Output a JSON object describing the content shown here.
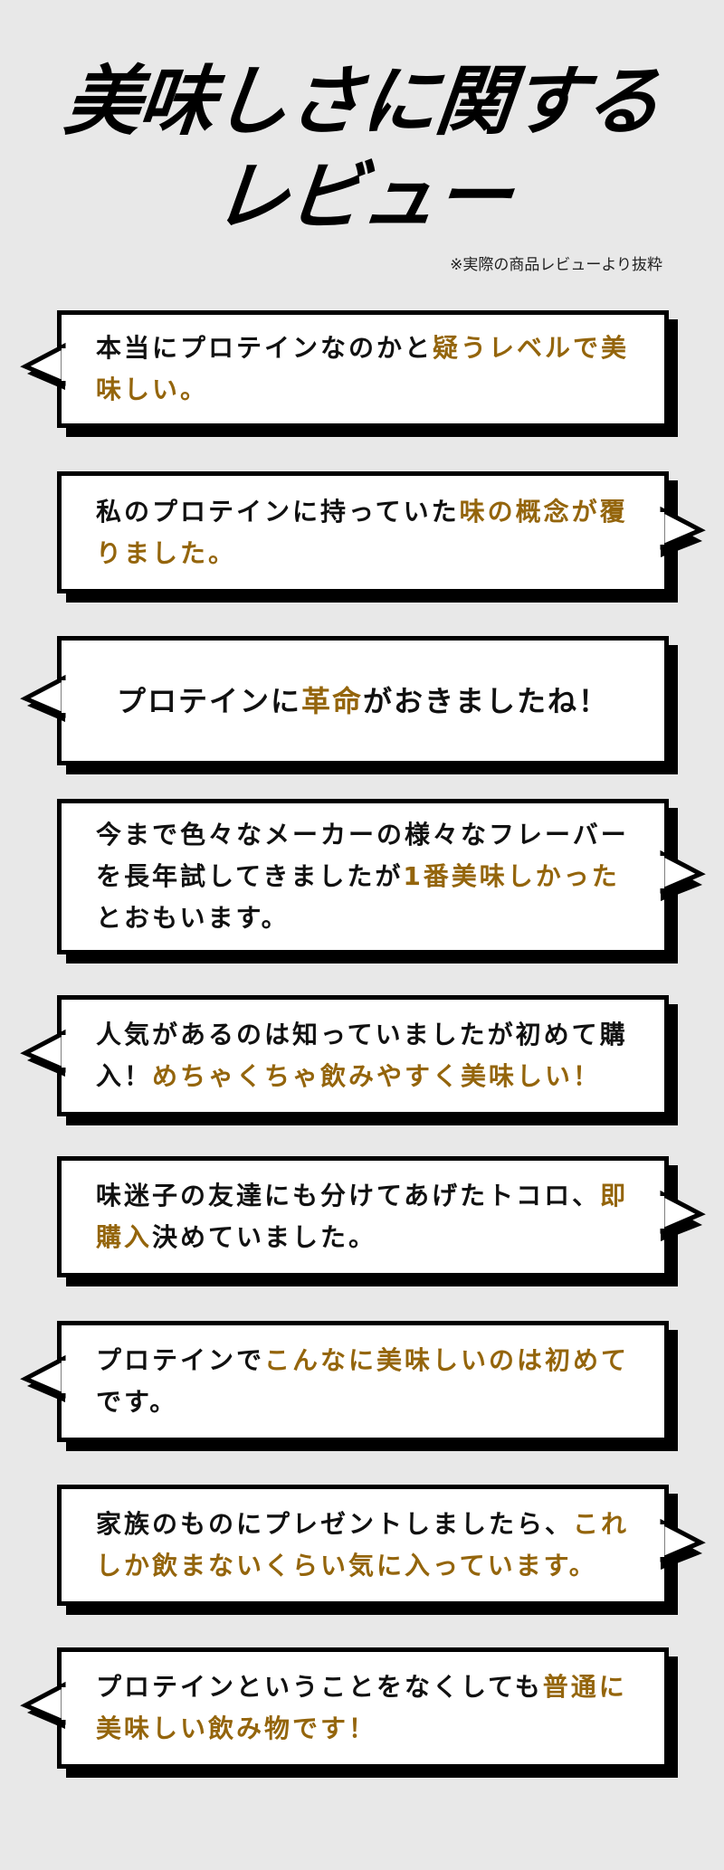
{
  "header": {
    "title_line1": "美味しさに関する",
    "title_line2": "レビュー",
    "note": "※実際の商品レビューより抜粋"
  },
  "colors": {
    "highlight": "#94650c",
    "background": "#e8e8e8"
  },
  "reviews": [
    {
      "tail": "left",
      "segments": [
        {
          "text": "本当にプロテインなのかと",
          "hl": false
        },
        {
          "text": "疑うレベルで美味しい。",
          "hl": true
        }
      ]
    },
    {
      "tail": "right",
      "segments": [
        {
          "text": "私のプロテインに持っていた",
          "hl": false
        },
        {
          "text": "味の概念が覆りました。",
          "hl": true
        }
      ]
    },
    {
      "tail": "left",
      "segments": [
        {
          "text": "プロテインに",
          "hl": false
        },
        {
          "text": "革命",
          "hl": true
        },
        {
          "text": "がおきましたね！",
          "hl": false
        }
      ]
    },
    {
      "tail": "right",
      "segments": [
        {
          "text": "今まで色々なメーカーの様々なフレーバーを長年試してきましたが",
          "hl": false
        },
        {
          "text": "1番美味しかった",
          "hl": true
        },
        {
          "text": "とおもいます。",
          "hl": false
        }
      ]
    },
    {
      "tail": "left",
      "segments": [
        {
          "text": "人気があるのは知っていましたが初めて購入！",
          "hl": false
        },
        {
          "text": "めちゃくちゃ飲みやすく美味しい！",
          "hl": true
        }
      ]
    },
    {
      "tail": "right",
      "segments": [
        {
          "text": "味迷子の友達にも分けてあげたトコロ、",
          "hl": false
        },
        {
          "text": "即購入",
          "hl": true
        },
        {
          "text": "決めていました。",
          "hl": false
        }
      ]
    },
    {
      "tail": "left",
      "segments": [
        {
          "text": "プロテインで",
          "hl": false
        },
        {
          "text": "こんなに美味しいのは初めて",
          "hl": true
        },
        {
          "text": "です。",
          "hl": false
        }
      ]
    },
    {
      "tail": "right",
      "segments": [
        {
          "text": "家族のものにプレゼントしましたら、",
          "hl": false
        },
        {
          "text": "これしか飲まないくらい気に入っています。",
          "hl": true
        }
      ]
    },
    {
      "tail": "left",
      "segments": [
        {
          "text": "プロテインということをなくしても",
          "hl": false
        },
        {
          "text": "普通に美味しい飲み物です！",
          "hl": true
        }
      ]
    }
  ]
}
